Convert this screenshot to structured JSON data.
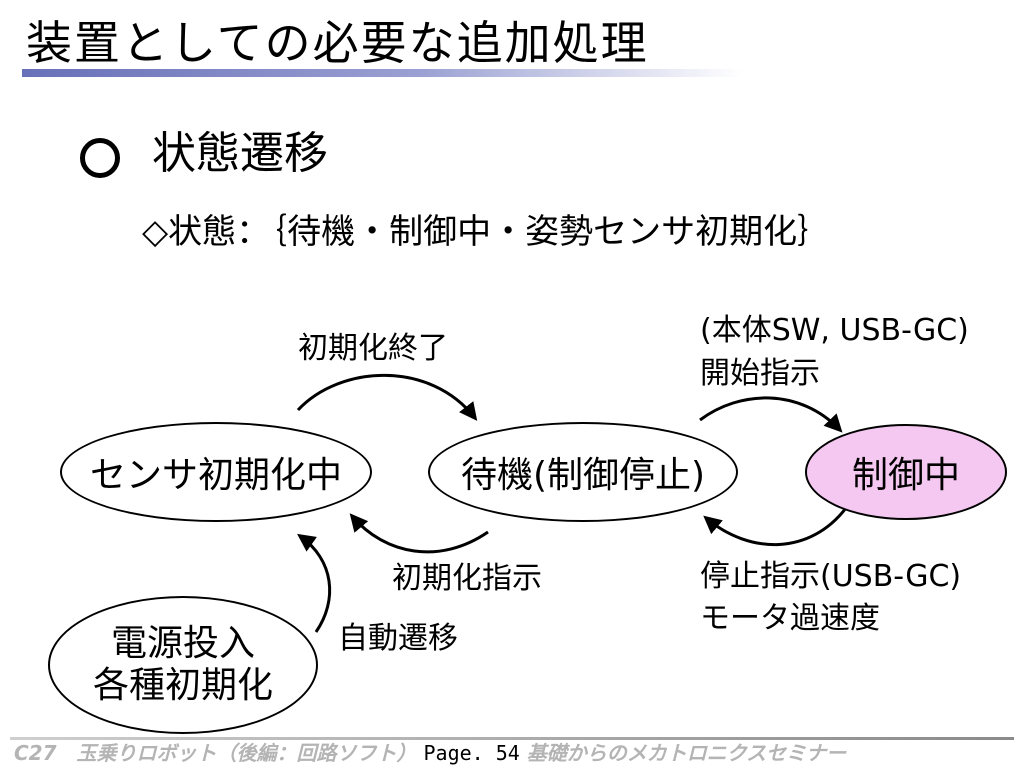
{
  "slide": {
    "title": "装置としての必要な追加処理",
    "heading": "状態遷移",
    "states_line": "◇状態：｛待機・制御中・姿勢センサ初期化｝"
  },
  "diagram": {
    "nodes": {
      "sensor_init": "センサ初期化中",
      "standby": "待機(制御停止)",
      "control": "制御中",
      "power_on_line1": "電源投入",
      "power_on_line2": "各種初期化"
    },
    "edges": {
      "init_done": "初期化終了",
      "init_instruct": "初期化指示",
      "auto_transition": "自動遷移",
      "start_line1": "(本体SW, USB-GC)",
      "start_line2": "開始指示",
      "stop_line1": "停止指示(USB-GC)",
      "stop_line2": "モータ過速度"
    },
    "highlight_color": "#f4c8f0"
  },
  "footer": {
    "left": "C27　玉乗りロボット（後編：回路ソフト）",
    "page": "Page. 54",
    "right": "基礎からのメカトロニクスセミナー"
  }
}
